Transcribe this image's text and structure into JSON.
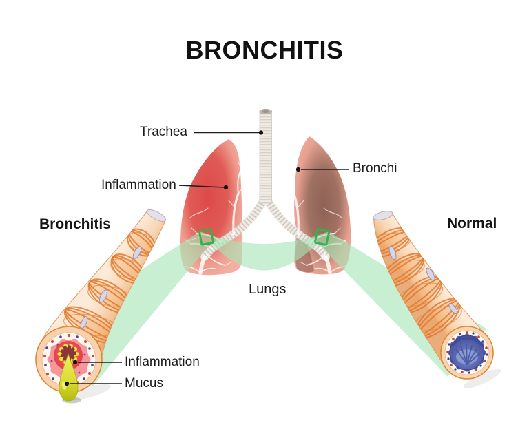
{
  "title": "BRONCHITIS",
  "labels": {
    "trachea": "Trachea",
    "inflammation_lung": "Inflammation",
    "bronchi": "Bronchi",
    "lungs": "Lungs",
    "bronchitis_side": "Bronchitis",
    "normal_side": "Normal",
    "inflammation_tube": "Inflammation",
    "mucus": "Mucus"
  },
  "colors": {
    "text": "#1b1b1b",
    "highlight_green": "#A6E5B4",
    "magnifier_frame_green": "#2FB44B",
    "inflamed_red": "#E74A4F",
    "healthy_lumen_blue": "#5663AB",
    "mucus_yellow": "#D9DB2F",
    "bronchial_wall_peach": "#F8D8B9",
    "muscle_band_orange": "#E0752B",
    "left_lung_inflamed_red": "#DC4949",
    "right_lung_brown": "#8E6155",
    "trachea_gray": "#EFEAE4"
  }
}
